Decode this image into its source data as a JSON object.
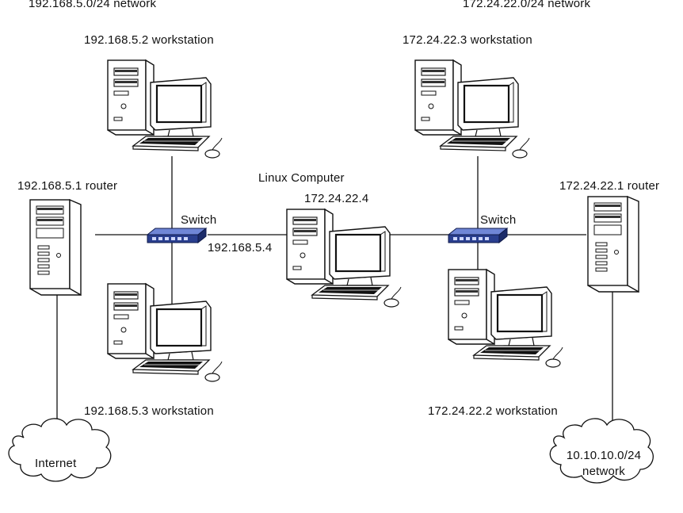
{
  "networks": {
    "left_header": "192.168.5.0/24 network",
    "right_header": "172.24.22.0/24 network"
  },
  "devices": {
    "ws_left_top": "192.168.5.2 workstation",
    "ws_left_bottom": "192.168.5.3 workstation",
    "ws_right_top": "172.24.22.3 workstation",
    "ws_right_bottom": "172.24.22.2 workstation",
    "router_left": "192.168.5.1 router",
    "router_right": "172.24.22.1 router",
    "linux_title": "Linux Computer",
    "linux_ip_right": "172.24.22.4",
    "linux_ip_left": "192.168.5.4",
    "switch_left": "Switch",
    "switch_right": "Switch"
  },
  "clouds": {
    "internet": "Internet",
    "remote_line1": "10.10.10.0/24",
    "remote_line2": "network"
  },
  "colors": {
    "switch_body": "#2a3f8f",
    "line": "#111111"
  }
}
